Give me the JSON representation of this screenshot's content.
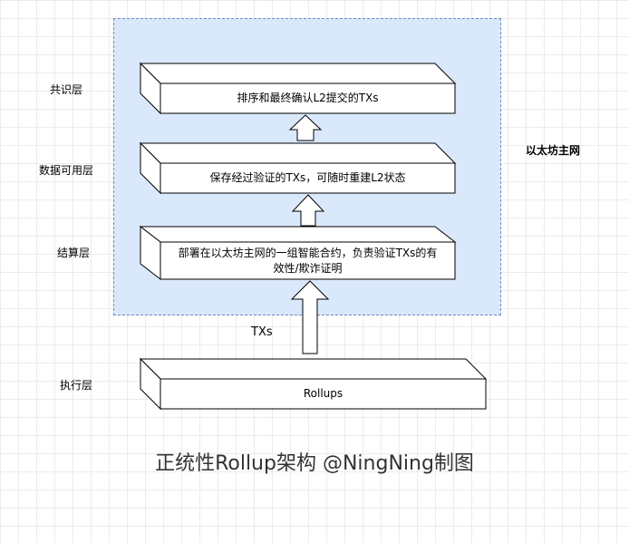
{
  "layers": {
    "consensus": "共识层",
    "data_availability": "数据可用层",
    "settlement": "结算层",
    "execution": "执行层"
  },
  "region_label": "以太坊主网",
  "boxes": {
    "consensus_text": "排序和最终确认L2提交的TXs",
    "data_text": "保存经过验证的TXs，可随时重建L2状态",
    "settlement_text_line1": "部署在以太坊主网的一组智能合约，负责验证TXs的有",
    "settlement_text_line2": "效性/欺诈证明",
    "execution_text": "Rollups"
  },
  "arrow_label": "TXs",
  "footer": "正统性Rollup架构 @NingNing制图",
  "colors": {
    "region_fill": "#dae8fc",
    "region_border": "#6c8ebf",
    "box_fill": "#ffffff",
    "stroke": "#000000"
  }
}
